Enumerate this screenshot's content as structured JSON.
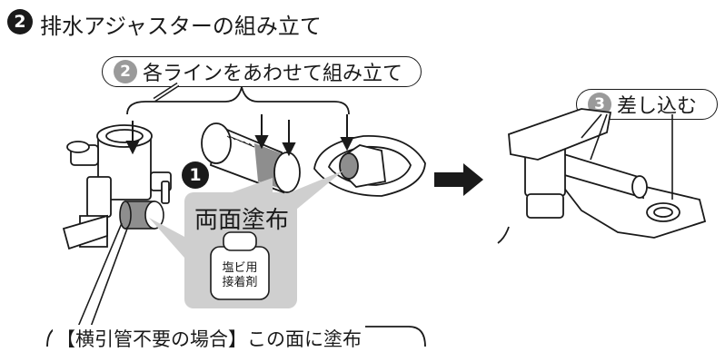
{
  "title": {
    "step_number": "2",
    "text": "排水アジャスターの組み立て"
  },
  "substep_align": {
    "step_number": "2",
    "text": "各ラインをあわせて組み立て"
  },
  "substep_insert": {
    "step_number": "3",
    "text": "差し込む"
  },
  "adhesive_step": {
    "step_number": "1",
    "apply_label": "両面塗布",
    "bottle_label_line1": "塩ビ用",
    "bottle_label_line2": "接着剤"
  },
  "bottom_note": "【横引管不要の場合】この面に塗布",
  "colors": {
    "ink": "#1a1a1a",
    "callout_gray": "#cfcfcf",
    "badge_gray": "#9a9a9a",
    "pipe_gray": "#8e8e8e"
  }
}
